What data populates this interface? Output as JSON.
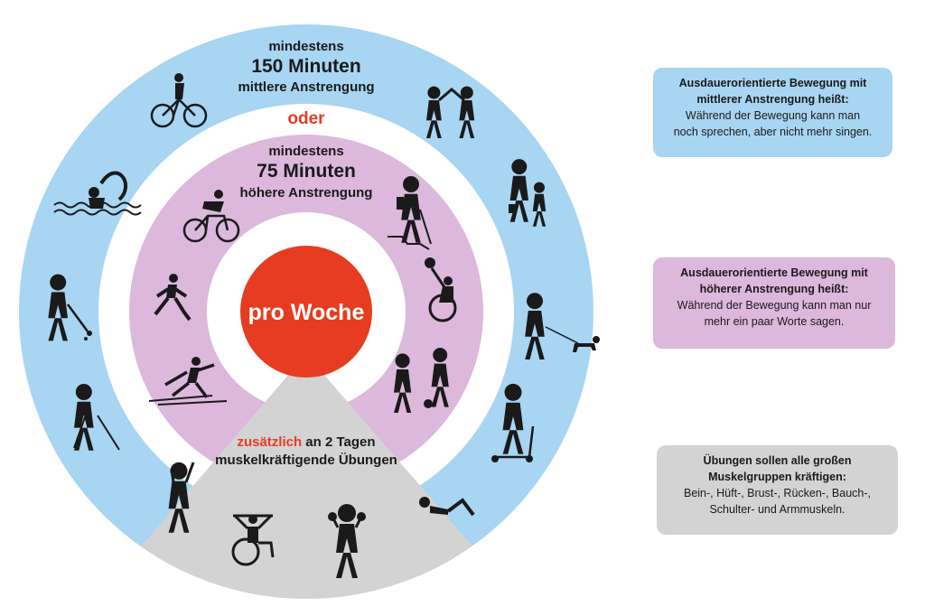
{
  "colors": {
    "outer_ring": "#a8d5f2",
    "inner_ring": "#dcb8dc",
    "triangle": "#d3d3d3",
    "center": "#e63c22",
    "accent_text": "#e63c22"
  },
  "outer": {
    "line1": "mindestens",
    "line2": "150 Minuten",
    "line3": "mittlere Anstrengung"
  },
  "oder": "oder",
  "inner": {
    "line1": "mindestens",
    "line2": "75 Minuten",
    "line3": "höhere Anstrengung"
  },
  "center": "pro Woche",
  "strength": {
    "accent": "zusätzlich",
    "line1_rest": " an 2 Tagen",
    "line2": "muskelkräftigende Übungen"
  },
  "boxes": [
    {
      "title1": "Ausdauerorientierte Bewegung mit",
      "title2": "mittlerer Anstrengung heißt:",
      "body1": "Während der Bewegung kann man",
      "body2": "noch sprechen, aber nicht mehr singen.",
      "color": "#a8d5f2"
    },
    {
      "title1": "Ausdauerorientierte Bewegung mit",
      "title2": "höherer Anstrengung heißt:",
      "body1": "Während der Bewegung kann man nur",
      "body2": "mehr ein paar Worte sagen.",
      "color": "#dcb8dc"
    },
    {
      "title1": "Übungen sollen alle großen",
      "title2": "Muskelgruppen kräftigen:",
      "body1": "Bein-, Hüft-, Brust-, Rücken-, Bauch-,",
      "body2": "Schulter- und Armmuskeln.",
      "color": "#d3d3d3"
    }
  ],
  "icons": [
    "cyclist-icon",
    "dancing-couple-icon",
    "swimmer-icon",
    "walking-parent-child-icon",
    "sweeping-icon",
    "dog-walker-icon",
    "nordic-walker-icon",
    "scooter-icon",
    "road-cyclist-icon",
    "hiker-icon",
    "runner-icon",
    "wheelchair-ball-icon",
    "cross-country-ski-icon",
    "soccer-players-icon",
    "climber-icon",
    "wheelchair-exercise-icon",
    "dumbbell-icon",
    "situp-icon"
  ]
}
